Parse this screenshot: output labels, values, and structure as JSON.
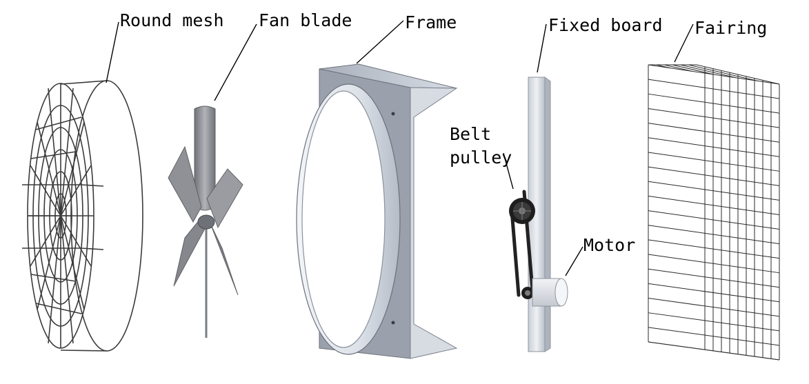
{
  "labels": {
    "round_mesh": "Round mesh",
    "fan_blade": "Fan blade",
    "frame": "Frame",
    "fixed_board": "Fixed board",
    "fairing": "Fairing",
    "belt_pulley_line1": "Belt",
    "belt_pulley_line2": "pulley",
    "motor": "Motor"
  },
  "colors": {
    "line": "#000000",
    "wire": "#3a3a3a",
    "metal_light": "#e4e8ee",
    "metal_mid": "#b9c0cb",
    "metal_dark": "#7d838c",
    "blade": "#8e8e92",
    "belt": "#222222"
  }
}
